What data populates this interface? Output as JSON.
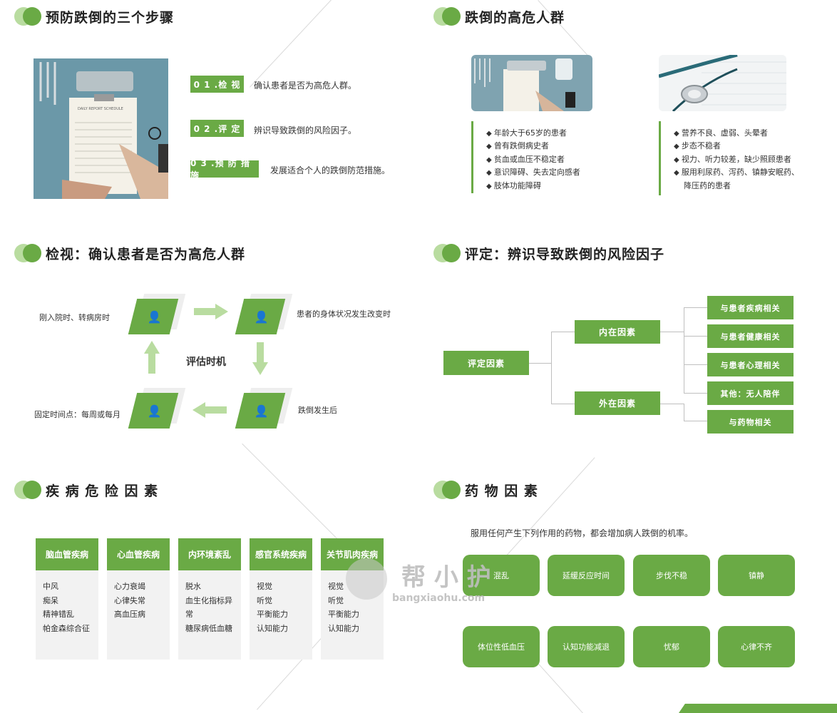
{
  "sections": {
    "prevention": {
      "title": "预防跌倒的三个步骤"
    },
    "high_risk": {
      "title": "跌倒的高危人群"
    },
    "inspect": {
      "title": "检视：确认患者是否为高危人群"
    },
    "assess": {
      "title": "评定：辨识导致跌倒的风险因子"
    },
    "disease": {
      "title": "疾 病 危 险 因 素"
    },
    "drugs": {
      "title": "药 物 因 素"
    }
  },
  "steps": [
    {
      "tag": "0 1 .检  视",
      "text": "确认患者是否为高危人群。"
    },
    {
      "tag": "0 2 .评  定",
      "text": "辨识导致跌倒的风险因子。"
    },
    {
      "tag": "0 3 .预 防 措 施",
      "text": "发展适合个人的跌倒防范措施。"
    }
  ],
  "high_risk_lists": {
    "left": [
      "年龄大于65岁的患者",
      "曾有跌倒病史者",
      "贫血或血压不稳定者",
      "意识障碍、失去定向感者",
      "肢体功能障碍"
    ],
    "right": [
      "营养不良、虚弱、头晕者",
      "步态不稳者",
      "视力、听力较差，缺少照顾患者",
      "服用利尿药、泻药、镇静安眠药、",
      "降压药的患者"
    ]
  },
  "photo_doc": {
    "report_title": "DAILY REPORT SCHEDULE"
  },
  "flow": {
    "center": "评估时机",
    "top_left": "刚入院时、转病房时",
    "top_right": "患者的身体状况发生改变时",
    "bottom_right": "跌倒发生后",
    "bottom_left": "固定时间点：每周或每月",
    "person_icon": "person-icon"
  },
  "tree": {
    "root": "评定因素",
    "internal": "内在因素",
    "external": "外在因素",
    "leaves": [
      "与患者疾病相关",
      "与患者健康相关",
      "与患者心理相关",
      "其他：无人陪伴",
      "与药物相关"
    ]
  },
  "disease_columns": [
    {
      "header": "脑血管疾病",
      "items": [
        "中风",
        "痴呆",
        "精神错乱",
        "帕金森综合征"
      ]
    },
    {
      "header": "心血管疾病",
      "items": [
        "心力衰竭",
        "心律失常",
        "高血压病"
      ]
    },
    {
      "header": "内环境紊乱",
      "items": [
        "脱水",
        "血生化指标异",
        "常",
        "糖尿病低血糖"
      ]
    },
    {
      "header": "感官系统疾病",
      "items": [
        "视觉",
        "听觉",
        "平衡能力",
        "认知能力"
      ]
    },
    {
      "header": "关节肌肉疾病",
      "items": [
        "视觉",
        "听觉",
        "平衡能力",
        "认知能力"
      ]
    }
  ],
  "drugs": {
    "intro": "服用任何产生下列作用的药物，都会增加病人跌倒的机率。",
    "pills": [
      "混乱",
      "延缓反应时间",
      "步伐不稳",
      "镇静",
      "体位性低血压",
      "认知功能减退",
      "忧郁",
      "心律不齐"
    ]
  },
  "watermark": {
    "cn": "帮 小 护",
    "url": "bangxiaohu.com"
  },
  "colors": {
    "accent": "#6aaa45",
    "accent_light": "#b9dca0"
  }
}
